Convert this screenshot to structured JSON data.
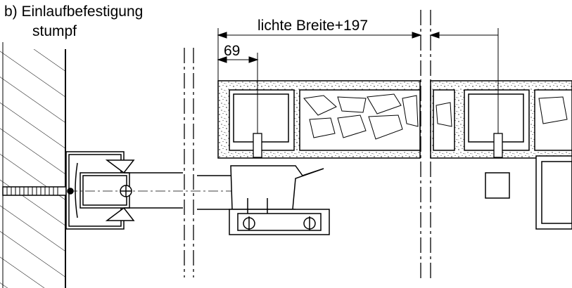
{
  "caption": {
    "line1": "b) Einlaufbefestigung",
    "line2": "stumpf"
  },
  "dimensions": {
    "main": "lichte Breite+197",
    "offset": "69"
  },
  "colors": {
    "line": "#000000",
    "background": "#ffffff"
  }
}
